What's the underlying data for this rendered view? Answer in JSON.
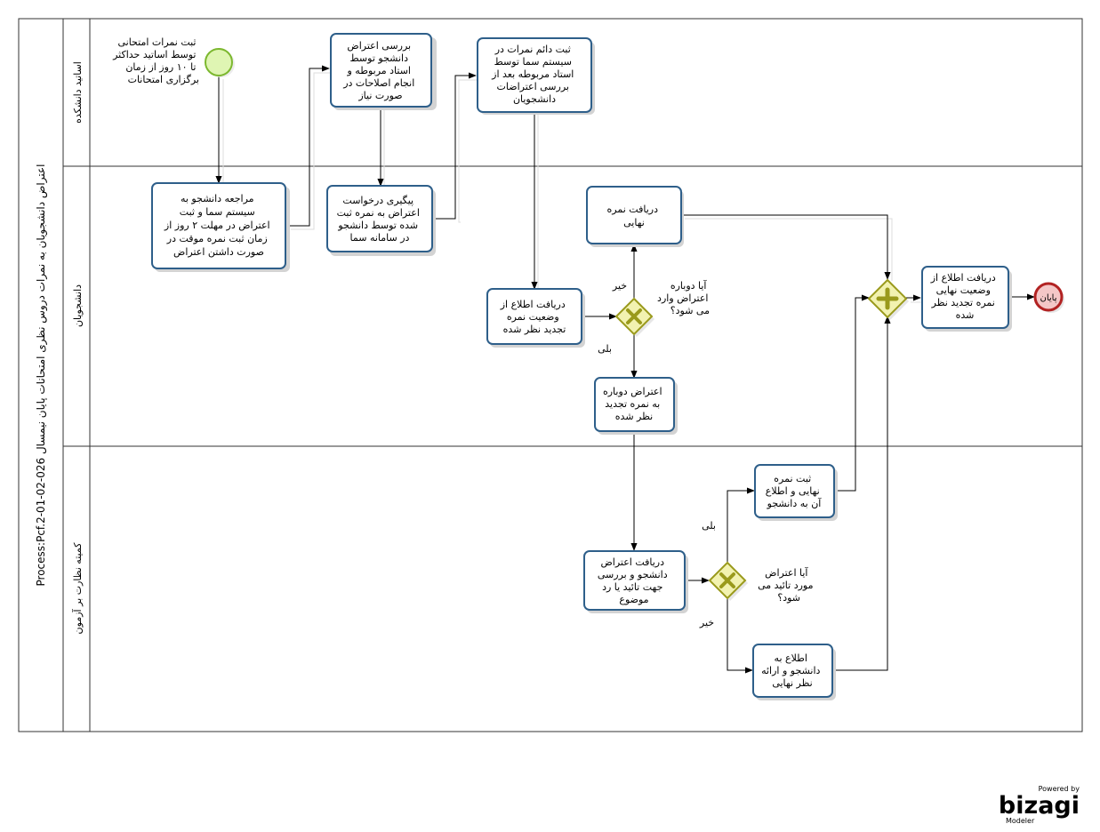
{
  "pool": {
    "title": "Process:Pcf.2-01-02-026 اعتراض دانشجویان به نمرات دروس نظری امتحانات پایان نیمسال"
  },
  "lanes": [
    {
      "id": "faculty",
      "label": "اساتید دانشکده"
    },
    {
      "id": "students",
      "label": "دانشجویان"
    },
    {
      "id": "committee",
      "label": "کمیته نظارت بر آزمون"
    }
  ],
  "start_annotation": [
    "ثبت نمرات امتحانی",
    "توسط اساتید حداکثر",
    "تا ۱۰ روز از زمان",
    "برگزاری امتحانات"
  ],
  "tasks": [
    {
      "id": "t_review",
      "lines": [
        "بررسی اعتراض",
        "دانشجو توسط",
        "استاد مربوطه و",
        "انجام اصلاحات در",
        "صورت نیاز"
      ]
    },
    {
      "id": "t_permanent",
      "lines": [
        "ثبت دائم نمرات در",
        "سیستم سما توسط",
        "استاد مربوطه بعد از",
        "بررسی اعتراضات",
        "دانشجویان"
      ]
    },
    {
      "id": "t_refer",
      "lines": [
        "مراجعه دانشجو به",
        "سیستم سما و ثبت",
        "اعتراض در مهلت ۲ روز از",
        "زمان ثبت نمره موقت در",
        "صورت داشتن اعتراض"
      ]
    },
    {
      "id": "t_track",
      "lines": [
        "پیگیری درخواست",
        "اعتراض به نمره ثبت",
        "شده توسط دانشجو",
        "در سامانه سما"
      ]
    },
    {
      "id": "t_final_grade",
      "lines": [
        "دریافت نمره",
        "نهایی"
      ]
    },
    {
      "id": "t_info_revised",
      "lines": [
        "دریافت اطلاع از",
        "وضعیت نمره",
        "تجدید نظر شده"
      ]
    },
    {
      "id": "t_second_objection",
      "lines": [
        "اعتراض دوباره",
        "به نمره تجدید",
        "نظر شده"
      ]
    },
    {
      "id": "t_final_status",
      "lines": [
        "دریافت اطلاع از",
        "وضعیت نهایی",
        "نمره تجدید نظر",
        "شده"
      ]
    },
    {
      "id": "t_register_final",
      "lines": [
        "ثبت نمره",
        "نهایی و اطلاع",
        "آن به دانشجو"
      ]
    },
    {
      "id": "t_committee_review",
      "lines": [
        "دریافت اعتراض",
        "دانشجو و بررسی",
        "جهت تائید یا رد",
        "موضوع"
      ]
    },
    {
      "id": "t_inform",
      "lines": [
        "اطلاع به",
        "دانشجو و ارائه",
        "نظر نهایی"
      ]
    }
  ],
  "gateways": [
    {
      "id": "g1",
      "question": [
        "آیا دوباره",
        "اعتراض وارد",
        "می شود؟"
      ],
      "yes": "بلی",
      "no": "خیر"
    },
    {
      "id": "g2",
      "question": [
        "آیا اعتراض",
        "مورد تائید می",
        "شود؟"
      ],
      "yes": "بلی",
      "no": "خیر"
    }
  ],
  "end_event": {
    "label": "پایان"
  },
  "branding": {
    "powered_by": "Powered by",
    "brand": "bizagi",
    "product": "Modeler"
  },
  "colors": {
    "task_border": "#2e5f8a",
    "start_fill": "#dff5b3",
    "start_stroke": "#7cb82f",
    "end_fill": "#f4c7c7",
    "end_stroke": "#b22222",
    "gateway_fill": "#f2f2b0",
    "gateway_stroke": "#9a9a1c",
    "brand_orange": "#f0a030"
  }
}
